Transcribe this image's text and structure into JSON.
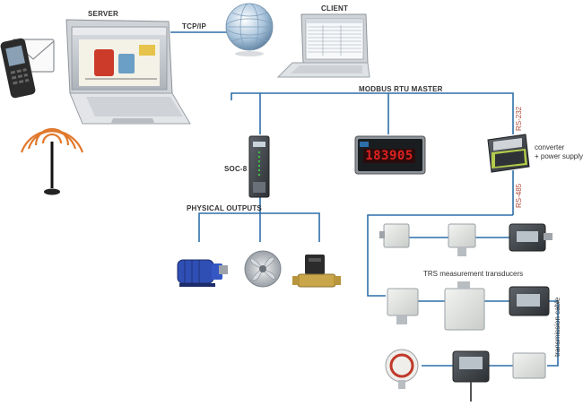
{
  "labels": {
    "server": "SERVER",
    "client": "CLIENT",
    "tcpip": "TCP/IP",
    "modbus": "MODBUS RTU MASTER",
    "soc": "SOC-8",
    "physical_outputs": "PHYSICAL OUTPUTS",
    "rs232": "RS-232",
    "rs485": "RS-485",
    "converter_line1": "converter",
    "converter_line2": "+ power supply",
    "trs": "TRS measurement transducers",
    "transmission": "transmission cable"
  },
  "display": {
    "reading": "183905"
  },
  "colors": {
    "bus_line": "#2d6fa8",
    "red_label": "#b24a3a",
    "led_red": "#e02020"
  },
  "icons": [
    "mail-icon",
    "phone-icon",
    "antenna-icon",
    "globe-icon",
    "pump-icon",
    "fan-icon",
    "valve-icon"
  ]
}
